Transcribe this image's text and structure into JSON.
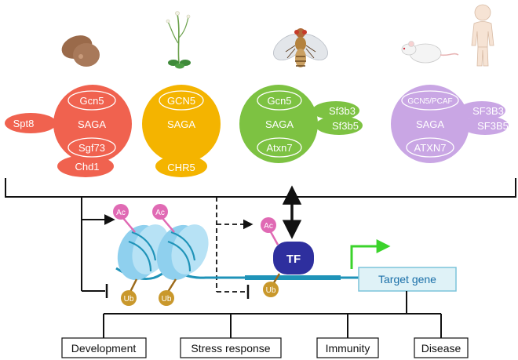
{
  "colors": {
    "yeast": "#f0624f",
    "plant": "#f4b400",
    "fly": "#7dc242",
    "mammal": "#c9a6e4",
    "ac": "#e06ab4",
    "ub": "#c9982c",
    "tf": "#2e2f9e",
    "nucleosome": "#8fd0ee",
    "dna": "#1f93b8",
    "arrow_green": "#3bd32b",
    "target_box": "#dff2f7",
    "target_border": "#7cc4da"
  },
  "organisms": [
    "yeast-image",
    "plant-image",
    "fly-image",
    "mouse-image",
    "human-image"
  ],
  "complexes": [
    {
      "id": "yeast",
      "top_label": "Gcn5",
      "center_label": "SAGA",
      "mid_label": "Sgf73",
      "bottom_label": "Chd1",
      "left_label": "Spt8"
    },
    {
      "id": "plant",
      "top_label": "GCN5",
      "center_label": "SAGA",
      "bottom_label": "CHR5"
    },
    {
      "id": "fly",
      "top_label": "Gcn5",
      "center_label": "SAGA",
      "bottom_inner_label": "Atxn7",
      "right_labels": [
        "Sf3b3",
        "Sf3b5"
      ]
    },
    {
      "id": "mammal",
      "top_label": "GCN5/PCAF",
      "center_label": "SAGA",
      "bottom_inner_label": "ATXN7",
      "right_labels": [
        "SF3B3",
        "SF3B5"
      ]
    }
  ],
  "chromatin": {
    "ac_label": "Ac",
    "ub_label": "Ub",
    "tf_label": "TF",
    "target_gene": "Target gene"
  },
  "outcomes": [
    "Development",
    "Stress response",
    "Immunity",
    "Disease"
  ]
}
